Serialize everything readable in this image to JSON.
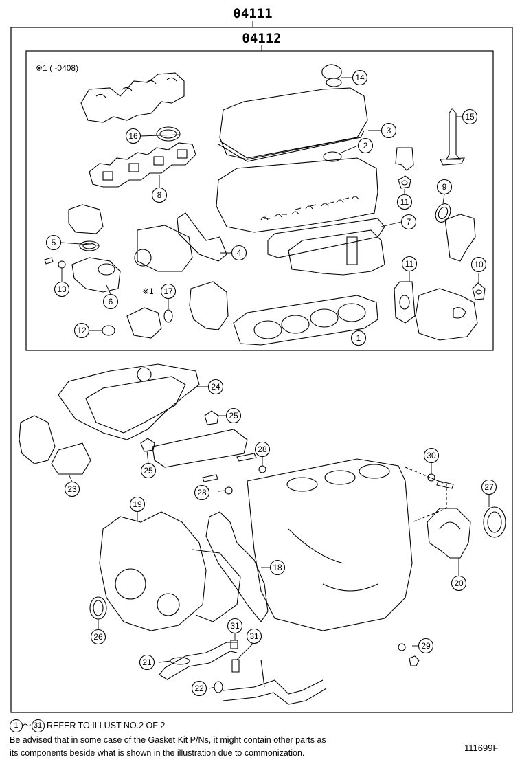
{
  "header": {
    "outer_part_no": "04111",
    "inner_part_no": "04112"
  },
  "inner_note": "※1 (     -0408)",
  "inner_marker_17": "※1",
  "callouts": [
    "1",
    "2",
    "3",
    "4",
    "5",
    "6",
    "7",
    "8",
    "9",
    "10",
    "11",
    "11",
    "12",
    "13",
    "14",
    "15",
    "16",
    "17",
    "18",
    "19",
    "20",
    "21",
    "22",
    "23",
    "24",
    "25",
    "25",
    "26",
    "27",
    "28",
    "28",
    "29",
    "30",
    "31",
    "31"
  ],
  "footer": {
    "refer_from": "1",
    "tilde": "～",
    "refer_to": "31",
    "refer_text": "REFER TO ILLUST NO.2 OF 2",
    "advice_line1": "Be advised that in some case of the Gasket Kit P/Ns,  it might contain other parts as",
    "advice_line2": "its components beside what is shown in the illustration due to commonization.",
    "illustration_id": "111699F"
  }
}
